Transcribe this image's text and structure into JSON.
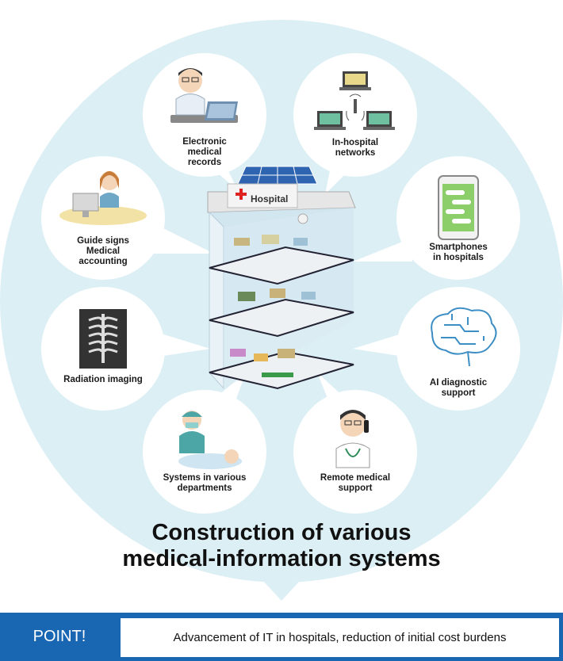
{
  "nodes": {
    "ehr": {
      "lines": [
        "Electronic",
        "medical",
        "records"
      ]
    },
    "networks": {
      "lines": [
        "In-hospital",
        "networks"
      ]
    },
    "guide": {
      "lines": [
        "Guide signs",
        "Medical",
        "accounting"
      ]
    },
    "smartphones": {
      "lines": [
        "Smartphones",
        "in hospitals"
      ]
    },
    "radiation": {
      "lines": [
        "Radiation imaging"
      ]
    },
    "ai": {
      "lines": [
        "AI diagnostic",
        "support"
      ]
    },
    "departments": {
      "lines": [
        "Systems in various",
        "departments"
      ]
    },
    "remote": {
      "lines": [
        "Remote medical",
        "support"
      ]
    }
  },
  "building": {
    "sign": "Hospital"
  },
  "title": {
    "lines": [
      "Construction of various",
      "medical-information systems"
    ]
  },
  "point": {
    "badge": "POINT!",
    "text": "Advancement of IT in hospitals, reduction of initial cost burdens"
  },
  "colors": {
    "circle": "#dceff5",
    "bubble": "#ffffff",
    "bar": "#1966b3"
  }
}
